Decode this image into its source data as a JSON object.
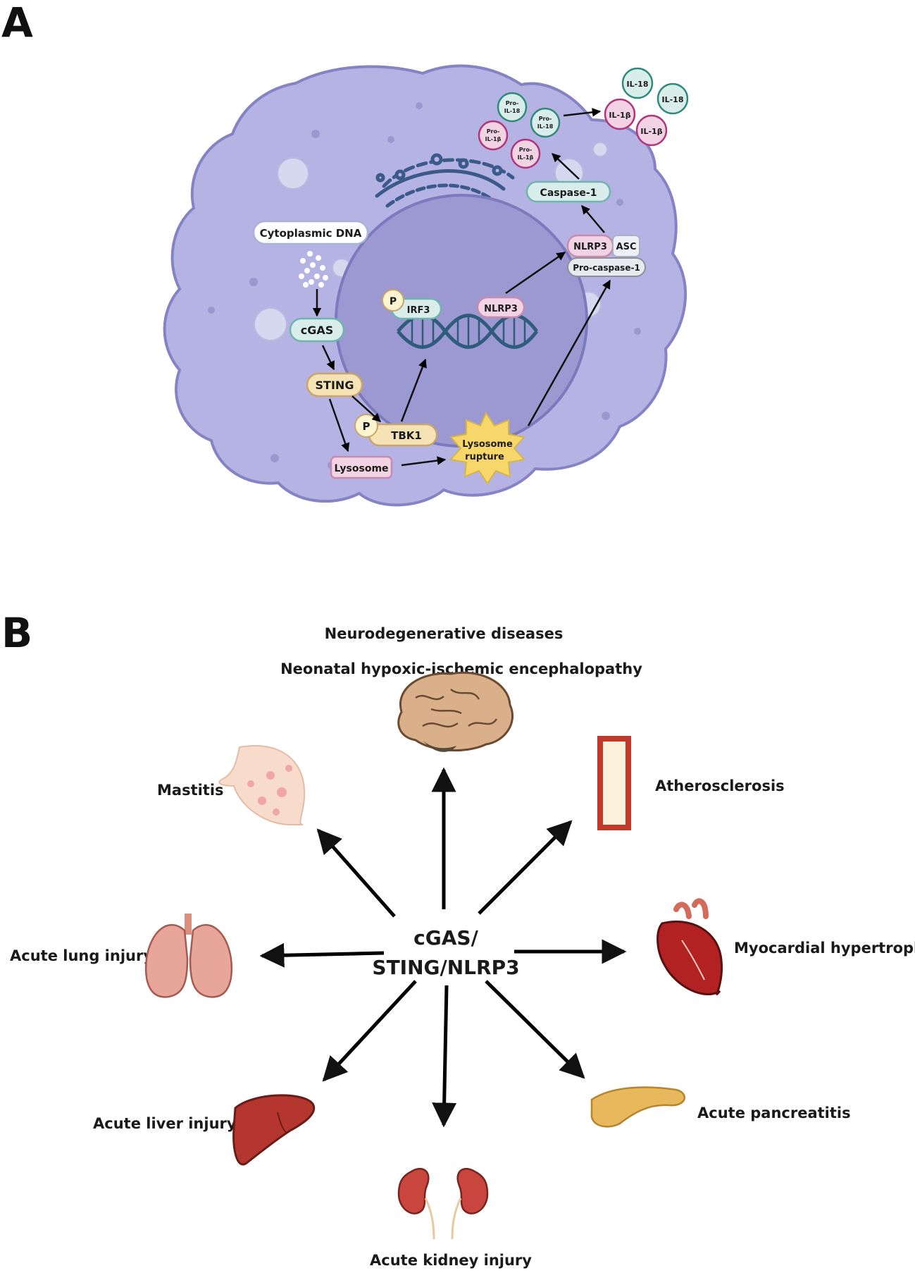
{
  "panels": {
    "a": "A",
    "b": "B"
  },
  "panel_a": {
    "cytoplasmic_dna": "Cytoplasmic DNA",
    "cgas": "cGAS",
    "sting": "STING",
    "tbk1": "TBK1",
    "p": "P",
    "lysosome": "Lysosome",
    "lysosome_rupture": [
      "Lysosome",
      "rupture"
    ],
    "irf3": "IRF3",
    "nlrp3_nucleus": "NLRP3",
    "nlrp3_complex": "NLRP3",
    "asc": "ASC",
    "pro_caspase": "Pro-caspase-1",
    "caspase": "Caspase-1",
    "pro_il18": [
      "Pro-",
      "IL-18"
    ],
    "pro_il1b": [
      "Pro-",
      "IL-1β"
    ],
    "il18": "IL-18",
    "il1b": "IL-1β"
  },
  "panel_b": {
    "center": [
      "cGAS/",
      "STING/NLRP3"
    ],
    "neuro": "Neurodegenerative diseases",
    "neonatal": "Neonatal hypoxic-ischemic encephalopathy",
    "mastitis": "Mastitis",
    "atherosclerosis": "Atherosclerosis",
    "lung": "Acute lung injury",
    "myocardial": "Myocardial hypertrophy",
    "liver": "Acute liver injury",
    "pancreatitis": "Acute pancreatitis",
    "kidney": "Acute kidney injury"
  },
  "colors": {
    "cell": "#b4b3e4",
    "nucleus": "#9c98d2",
    "pill_teal": "#d9eeea",
    "pill_yellow": "#f5e3b6",
    "pill_pink": "#f2d3e3",
    "pill_grey": "#e8eaed",
    "starburst": "#f7d66a"
  }
}
